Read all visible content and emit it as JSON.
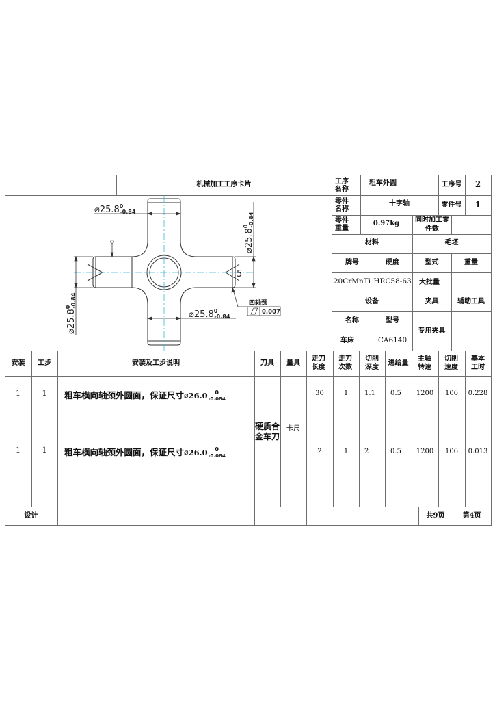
{
  "card": {
    "title": "机械加工工序卡片",
    "process_name_label": "工序名称",
    "process_name": "粗车外圆",
    "process_no_label": "工序号",
    "process_no": "2",
    "part_name_label": "零件名称",
    "part_name": "十字轴",
    "part_no_label": "零件号",
    "part_no": "1",
    "part_weight_label": "零件重量",
    "part_weight": "0.97kg",
    "simul_parts_label": "同时加工零件数",
    "simul_parts": ""
  },
  "material": {
    "header": "材料",
    "grade_label": "牌号",
    "hardness_label": "硬度",
    "grade": "20CrMnTi",
    "hardness": "HRC58-63"
  },
  "blank": {
    "header": "毛坯",
    "type_label": "型式",
    "weight_label": "重量",
    "type": "大批量",
    "weight": ""
  },
  "equipment": {
    "header": "设备",
    "name_label": "名称",
    "model_label": "型号",
    "name": "车床",
    "model": "CA6140"
  },
  "fixture": {
    "header": "夹具",
    "value": "专用夹具"
  },
  "aux_tools": {
    "header": "辅助工具",
    "value": ""
  },
  "drawing": {
    "dim_top": "25.8",
    "dim_right": "25.8",
    "dim_left": "25.8",
    "dim_bottom": "25.8",
    "tol_upper": "0",
    "tol_lower": "-0.84",
    "diameter_symbol": "⌀",
    "chamfer_label": "5",
    "gdt_note": "四轴颈",
    "gdt_value": "0.007",
    "gdt_symbol": "cylindricity"
  },
  "steps_table": {
    "headers": {
      "install": "安装",
      "step": "工步",
      "description": "安装及工步说明",
      "tool": "刀具",
      "gauge": "量具",
      "feed_length": "走刀长度",
      "passes": "走刀次数",
      "cut_depth": "切削深度",
      "feed_rate": "进给量",
      "spindle_speed": "主轴转速",
      "cut_speed": "切削速度",
      "base_time": "基本工时"
    },
    "tool": "硬质合金车刀",
    "gauge": "卡尺",
    "rows": [
      {
        "install": "1",
        "step": "1",
        "description": "粗车横向轴颈外圆面，保证尺寸",
        "dim_symbol": "⌀",
        "dim": "26.0",
        "tol_upper": "0",
        "tol_lower": "-0.084",
        "feed_length": "30",
        "passes": "1",
        "cut_depth": "1.1",
        "feed_rate": "0.5",
        "spindle_speed": "1200",
        "cut_speed": "106",
        "base_time": "0.228"
      },
      {
        "install": "1",
        "step": "1",
        "description": "粗车横向轴颈外圆面，保证尺寸",
        "dim_symbol": "⌀",
        "dim": "26.0",
        "tol_upper": "0",
        "tol_lower": "-0.084",
        "feed_length": "2",
        "passes": "1",
        "cut_depth": "2",
        "feed_rate": "0.5",
        "spindle_speed": "1200",
        "cut_speed": "106",
        "base_time": "0.013"
      }
    ]
  },
  "footer": {
    "designer_label": "设计",
    "total_pages": "共9页",
    "page_no": "第4页"
  }
}
